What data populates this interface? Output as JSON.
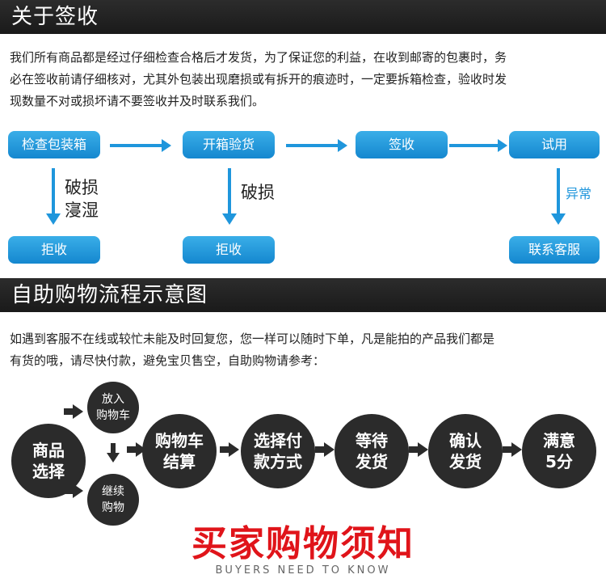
{
  "section1": {
    "title": "关于签收",
    "intro": [
      "我们所有商品都是经过仔细检查合格后才发货，为了保证您的利益，在收到邮寄的包裹时，务",
      "必在签收前请仔细核对，尤其外包装出现磨损或有拆开的痕迹时，一定要拆箱检查，验收时发",
      "现数量不对或损坏请不要签收并及时联系我们。"
    ],
    "flow": {
      "step1": "检查包装箱",
      "step2": "开箱验货",
      "step3": "签收",
      "step4": "试用",
      "note1": [
        "破损",
        "寖湿"
      ],
      "note2": "破损",
      "note3": "异常",
      "result1": "拒收",
      "result2": "拒收",
      "result3": "联系客服"
    }
  },
  "section2": {
    "title": "自助购物流程示意图",
    "intro": [
      "如遇到客服不在线或较忙未能及时回复您，您一样可以随时下单，凡是能拍的产品我们都是",
      "有货的哦，请尽快付款，避免宝贝售空，自助购物请参考："
    ],
    "steps": {
      "select": [
        "商品",
        "选择"
      ],
      "add_cart": [
        "放入",
        "购物车"
      ],
      "continue": [
        "继续",
        "购物"
      ],
      "checkout": [
        "购物车",
        "结算"
      ],
      "pay": [
        "选择付",
        "款方式"
      ],
      "wait": [
        "等待",
        "发货"
      ],
      "confirm": [
        "确认",
        "发货"
      ],
      "rate": [
        "满意",
        "5分"
      ]
    }
  },
  "footer": {
    "title": "买家购物须知",
    "subtitle": "BUYERS NEED TO KNOW"
  },
  "colors": {
    "accent_blue": "#1f96dc",
    "banner_dark": "#222222",
    "circle_dark": "#2b2b2b",
    "title_red": "#e0141a"
  }
}
